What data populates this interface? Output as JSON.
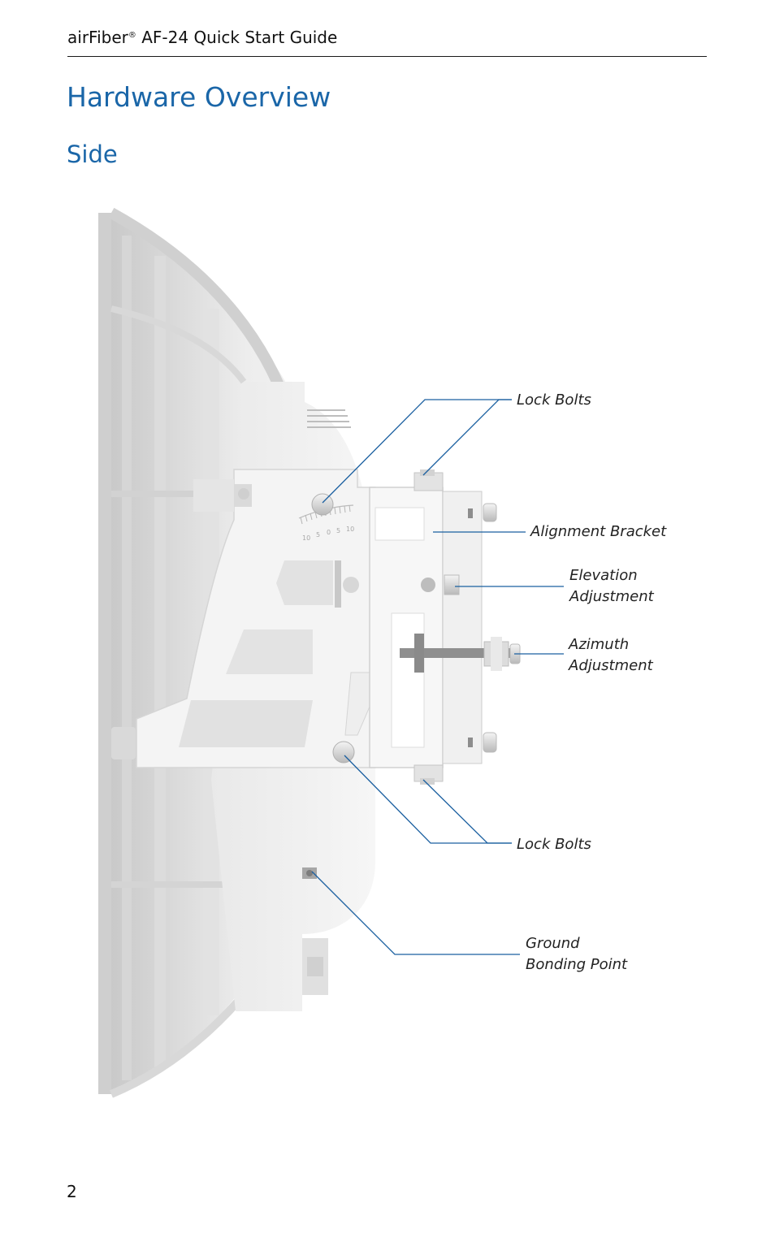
{
  "header": {
    "brand": "airFiber",
    "registered_mark": "®",
    "guide_title": "AF-24 Quick Start Guide"
  },
  "section_title": "Hardware Overview",
  "subsection_title": "Side",
  "figure": {
    "scale_tick_labels": [
      "10",
      "5",
      "0",
      "5",
      "10"
    ],
    "callouts": {
      "lock_bolts_top": "Lock Bolts",
      "alignment_bracket": "Alignment Bracket",
      "elevation_adjustment": {
        "line1": "Elevation",
        "line2": "Adjustment"
      },
      "azimuth_adjustment": {
        "line1": "Azimuth",
        "line2": "Adjustment"
      },
      "lock_bolts_bottom": "Lock Bolts",
      "ground_bonding_point": {
        "line1": "Ground",
        "line2": "Bonding Point"
      }
    },
    "leader_color": "#1a5fa0"
  },
  "footer": {
    "page_number": "2"
  },
  "colors": {
    "heading": "#1a66a8",
    "text": "#111111"
  }
}
